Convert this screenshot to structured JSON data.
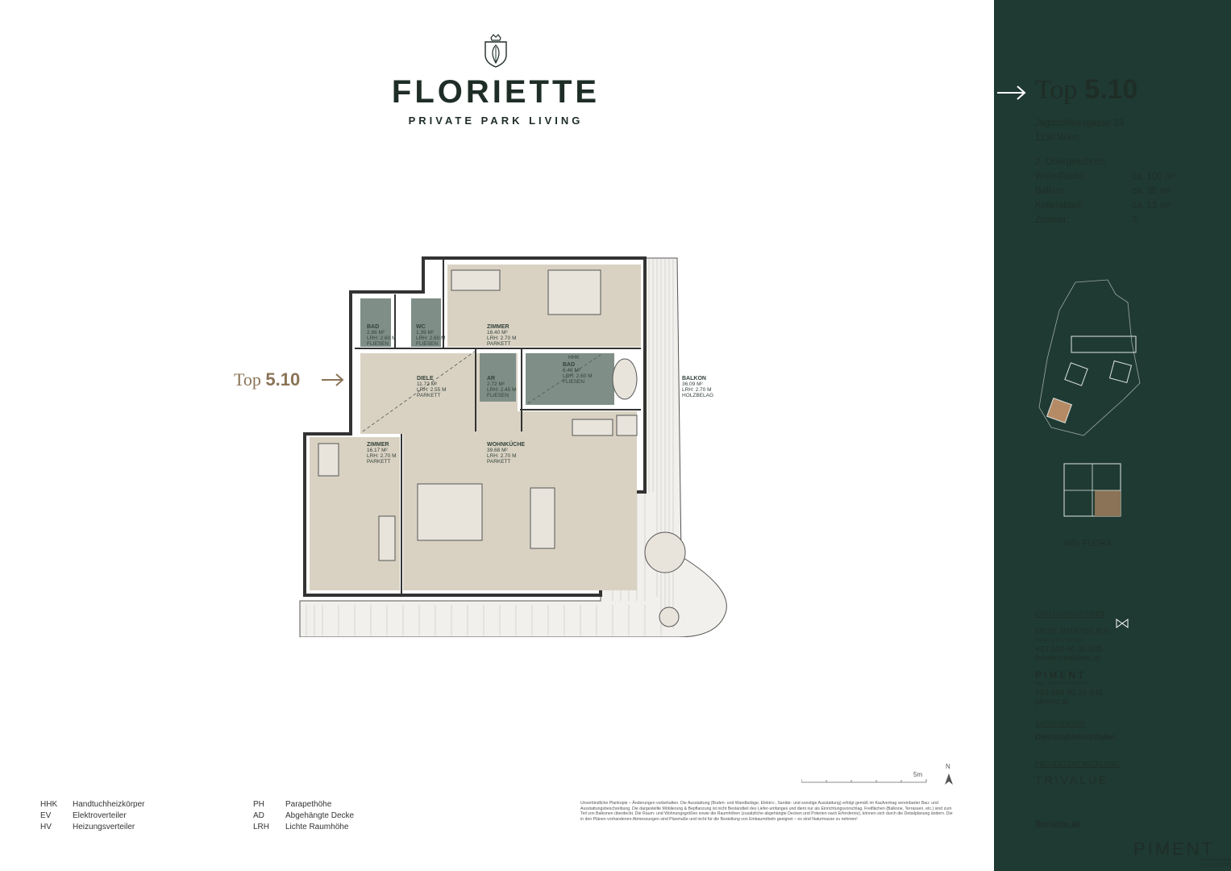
{
  "brand": {
    "name": "FLORIETTE",
    "tagline": "PRIVATE PARK LIVING"
  },
  "plan": {
    "top_label": "Top",
    "top_number": "5.10",
    "rooms": [
      {
        "name": "BAD",
        "area": "2.88 M²",
        "height": "LRH: 2.60 M",
        "floor": "FLIESEN"
      },
      {
        "name": "WC",
        "area": "1.39 M²",
        "height": "LRH: 2.60 M",
        "floor": "FLIESEN"
      },
      {
        "name": "ZIMMER",
        "area": "18.40 M²",
        "height": "LRH: 2.70 M",
        "floor": "PARKETT"
      },
      {
        "name": "DIELE",
        "area": "11.72 M²",
        "height": "LRH: 2.55 M",
        "floor": "PARKETT"
      },
      {
        "name": "AR",
        "area": "2.72 M²",
        "height": "LRH: 2.45 M",
        "floor": "FLIESEN"
      },
      {
        "name": "BAD",
        "area": "6.46 M²",
        "height": "LRH: 2.60 M",
        "floor": "FLIESEN"
      },
      {
        "name": "BALKON",
        "area": "36.09 M²",
        "height": "LRH: 2.70 M",
        "floor": "HOLZBELAG"
      },
      {
        "name": "ZIMMER",
        "area": "16.17 M²",
        "height": "LRH: 2.70 M",
        "floor": "PARKETT"
      },
      {
        "name": "WOHNKÜCHE",
        "area": "39.68 M²",
        "height": "LRH: 2.70 M",
        "floor": "PARKETT"
      }
    ],
    "hhk": "HHK",
    "scale_label": "5m",
    "north": "N"
  },
  "legend": {
    "left": [
      {
        "key": "HHK",
        "value": "Handtuchheizkörper"
      },
      {
        "key": "EV",
        "value": "Elektroverteiler"
      },
      {
        "key": "HV",
        "value": "Heizungsverteiler"
      }
    ],
    "right": [
      {
        "key": "PH",
        "value": "Parapethöhe"
      },
      {
        "key": "AD",
        "value": "Abgehängte Decke"
      },
      {
        "key": "LRH",
        "value": "Lichte Raumhöhe"
      }
    ]
  },
  "disclaimer": "Unverbindliche Plankopie – Änderungen vorbehalten. Die Ausstattung (Boden- und Wandbeläge, Elektro-, Sanitär- und sonstige Ausstattung) erfolgt gemäß im Kaufvertrag vereinbarter Bau- und Ausstattungsbeschreibung. Die dargestellte Möblierung & Bepflanzung ist nicht Bestandteil des Liefer-umfanges und dient nur als Einrichtungsvorschlag. Freiflächen (Balkone, Terrassen, etc.) sind zum Teil von Balkonen überdeckt. Die Raum- und Wohnungsgrößen sowie die Raumhöhen (zusätzliche abgehängte Decken und Poterien nach Erfordernis), können sich durch die Detailplanung ändern. Die in den Plänen vorhandenen Abmessungen sind Planmaße und nicht für die Bestellung von Einbaumöbeln geeignet – es sind Naturmasse zu nehmen!",
  "sidebar": {
    "title_word": "Top",
    "title_number": "5.10",
    "address_line1": "Jagdschlossgasse 23",
    "address_line2": "1130 Wien",
    "floor": "2. Obergeschoss",
    "facts": [
      {
        "label": "Wohnfläche:",
        "value": "ca. 100 m²"
      },
      {
        "label": "Balkon:",
        "value": "ca. 36 m²"
      },
      {
        "label": "Kellerabteil:",
        "value": "ca. 13 m²"
      },
      {
        "label": "Zimmer:",
        "value": "3"
      }
    ],
    "villa_label": "Villa FLORA",
    "exklusiv_heading": "EXKLUSIVVERTRIEB",
    "feine_name": "FEINE IMMOBILIEN",
    "feine_sub": "IRENE RIEF-HAUSER",
    "feine_phone": "+43 660 90 30 005",
    "feine_web": "feineimmobilien.at",
    "piment_name": "PIMENT",
    "piment_sub": "MAG. VIKTORIA PETER",
    "piment_phone": "+43 660 90 24 445",
    "piment_web": "piment.at",
    "architektur_heading": "ARCHITEKTUR",
    "architekt": "Dietrich|Untertrifaller",
    "projekt_heading": "PROJEKTENTWICKLUNG",
    "projekt": "TR\\VALUE",
    "url": "floriette.at",
    "footer_logo": "PIMENT",
    "footer_logo_sub": "IMMOBILIEN& INVESTMENT"
  },
  "colors": {
    "sidebar": "#1f3a32",
    "room": "#d9d2c3",
    "wet_room": "#7f8f88",
    "gold": "#8a7356"
  }
}
